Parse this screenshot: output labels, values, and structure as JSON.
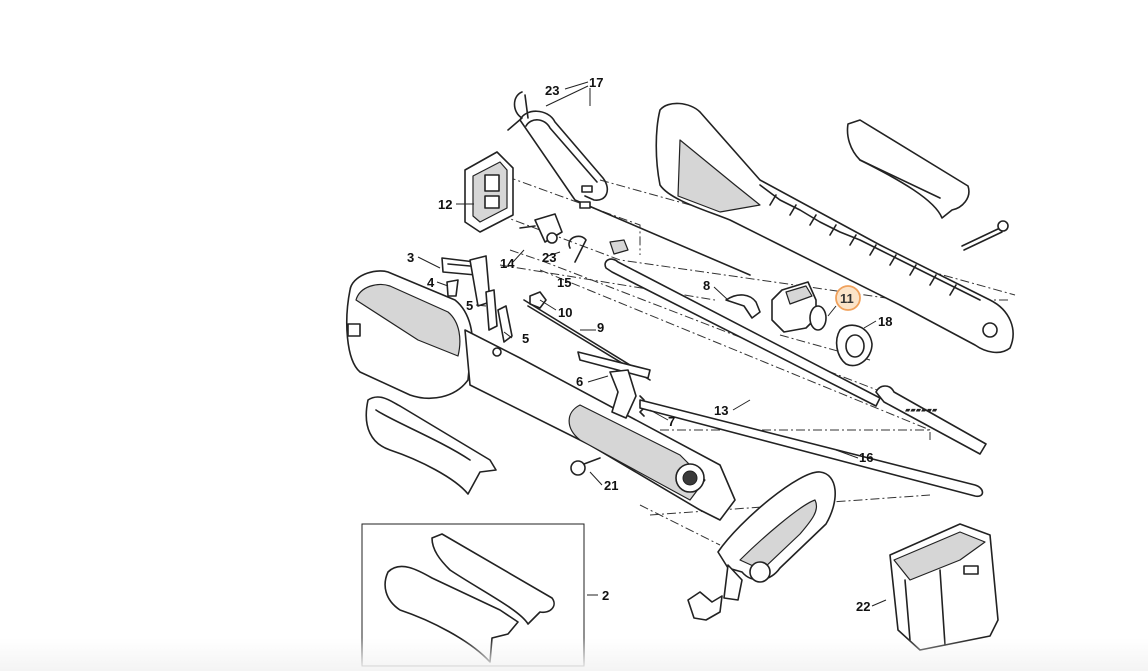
{
  "callouts": [
    {
      "id": "2",
      "label": "2"
    },
    {
      "id": "3",
      "label": "3"
    },
    {
      "id": "4",
      "label": "4"
    },
    {
      "id": "5a",
      "label": "5"
    },
    {
      "id": "5b",
      "label": "5"
    },
    {
      "id": "6",
      "label": "6"
    },
    {
      "id": "7",
      "label": "7"
    },
    {
      "id": "8",
      "label": "8"
    },
    {
      "id": "9",
      "label": "9"
    },
    {
      "id": "10",
      "label": "10"
    },
    {
      "id": "11",
      "label": "11",
      "highlighted": true
    },
    {
      "id": "12",
      "label": "12"
    },
    {
      "id": "13",
      "label": "13"
    },
    {
      "id": "14",
      "label": "14"
    },
    {
      "id": "15",
      "label": "15"
    },
    {
      "id": "16",
      "label": "16"
    },
    {
      "id": "17",
      "label": "17"
    },
    {
      "id": "18",
      "label": "18"
    },
    {
      "id": "21",
      "label": "21"
    },
    {
      "id": "22",
      "label": "22"
    },
    {
      "id": "23a",
      "label": "23"
    },
    {
      "id": "23b",
      "label": "23"
    }
  ],
  "highlight_color": "#f0a15c",
  "line_color": "#222222"
}
